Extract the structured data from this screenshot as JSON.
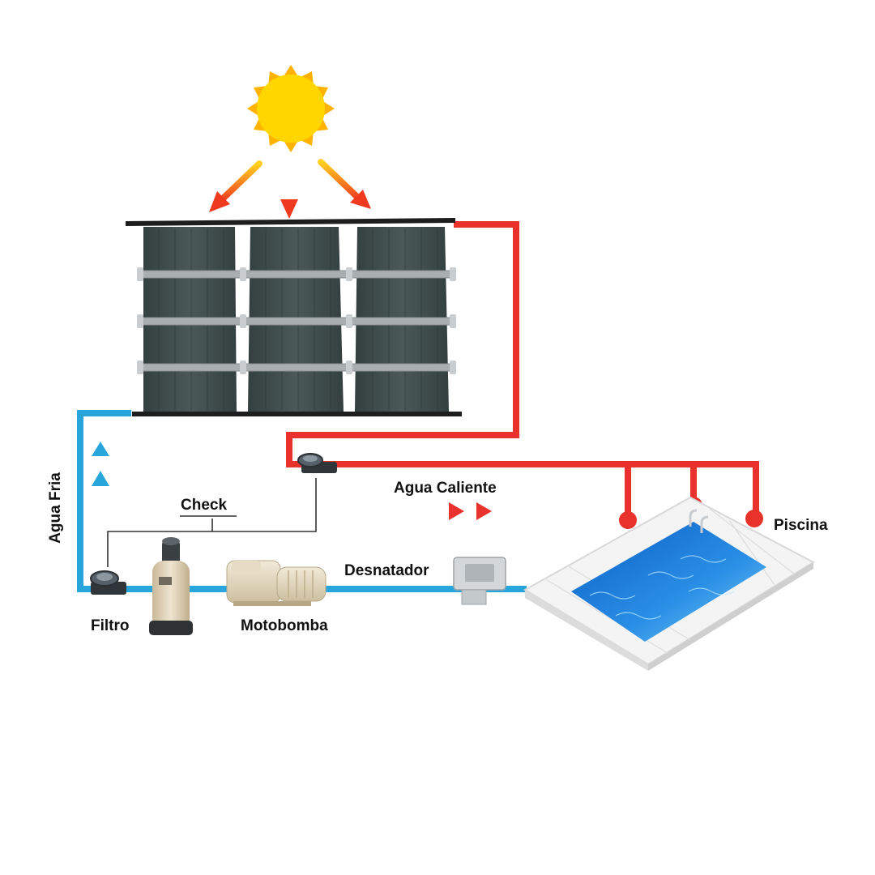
{
  "labels": {
    "agua_fria": "Agua Fria",
    "agua_caliente": "Agua Caliente",
    "check": "Check",
    "desnatador": "Desnatador",
    "piscina": "Piscina",
    "filtro": "Filtro",
    "motobomba": "Motobomba"
  },
  "colors": {
    "hot_pipe": "#e8322b",
    "cold_pipe": "#28a6dc",
    "sun": "#ffc400",
    "panel": "#3e4c4d",
    "text": "#111111"
  },
  "icons": {
    "sun": "sun-icon",
    "flow_cold": "triangle-up-icon",
    "flow_hot": "triangle-right-icon"
  }
}
